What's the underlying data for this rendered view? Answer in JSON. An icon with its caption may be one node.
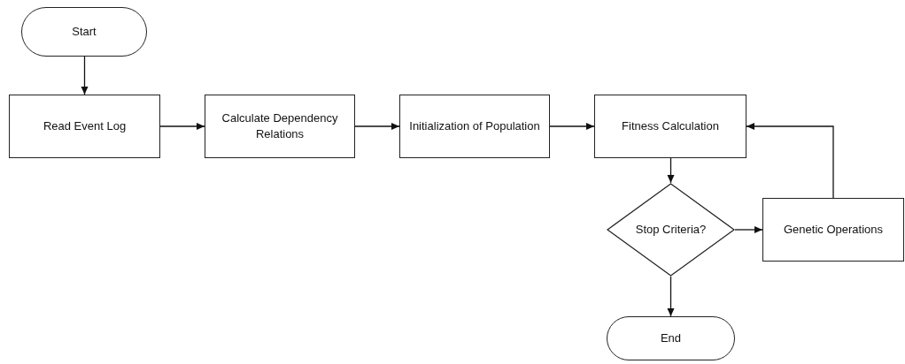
{
  "diagram": {
    "nodes": [
      {
        "text": [
          "Start"
        ]
      },
      {
        "text": [
          "Read Event Log"
        ]
      },
      {
        "text": [
          "Calculate Dependency Relations"
        ]
      },
      {
        "text": [
          "Initialization of Population"
        ]
      },
      {
        "text": [
          "Fitness Calculation"
        ]
      },
      {
        "text": [
          "Stop Criteria?"
        ]
      },
      {
        "text": [
          "Genetic Operations"
        ]
      },
      {
        "text": [
          "End"
        ]
      }
    ],
    "edges": [
      {
        "from": 0,
        "to": 1,
        "arrow": "to"
      },
      {
        "from": 1,
        "to": 2,
        "arrow": "to"
      },
      {
        "from": 2,
        "to": 3,
        "arrow": "to"
      },
      {
        "from": 3,
        "to": 4,
        "arrow": "to"
      },
      {
        "from": 4,
        "to": 5,
        "arrow": "to"
      },
      {
        "from": 5,
        "to": 6,
        "arrow": "to"
      },
      {
        "from": 5,
        "to": 7,
        "arrow": "to"
      },
      {
        "from": 6,
        "to": 4,
        "arrow": "to"
      }
    ]
  }
}
